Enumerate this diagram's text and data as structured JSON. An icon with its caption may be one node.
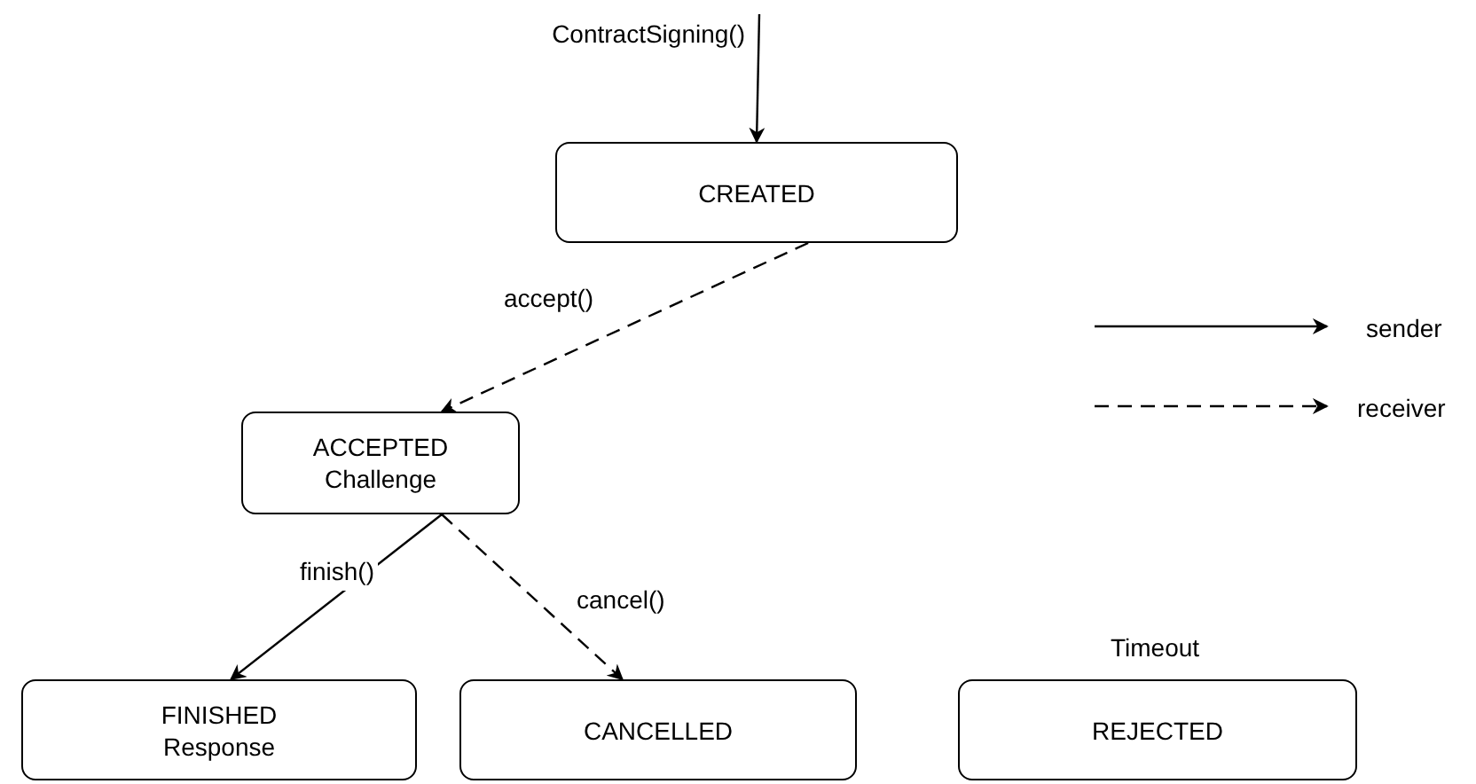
{
  "diagram": {
    "nodes": [
      {
        "text": [
          "ContractSigning()"
        ]
      },
      {
        "text": [
          "CREATED"
        ]
      },
      {
        "text": [
          "ACCEPTED",
          "Challenge"
        ]
      },
      {
        "text": [
          "FINISHED",
          "Response"
        ]
      },
      {
        "text": [
          "CANCELLED"
        ]
      },
      {
        "text": [
          "REJECTED"
        ],
        "beside": [
          "Timeout"
        ]
      }
    ],
    "edges": [
      {
        "from": 0,
        "to": 1,
        "arrow": "to"
      },
      {
        "from": 1,
        "to": 2,
        "arrow": "to",
        "label": "accept()",
        "style": "dashed"
      },
      {
        "from": 2,
        "to": 3,
        "arrow": "to",
        "label": "finish()"
      },
      {
        "from": 2,
        "to": 4,
        "arrow": "to",
        "label": "cancel()",
        "style": "dashed"
      }
    ],
    "legend": [
      {
        "text": "sender"
      },
      {
        "text": "receiver"
      }
    ]
  }
}
